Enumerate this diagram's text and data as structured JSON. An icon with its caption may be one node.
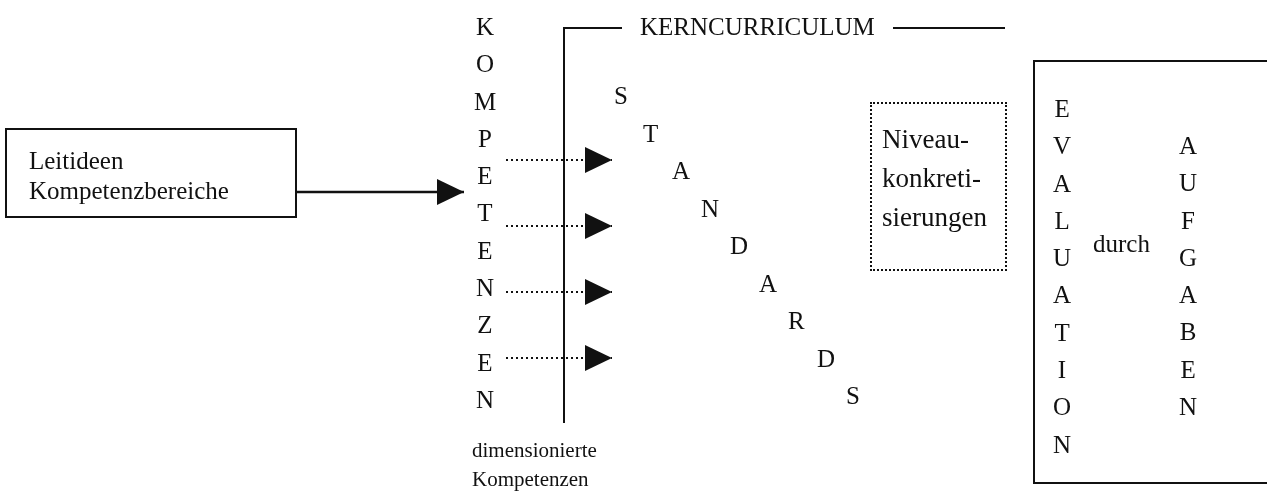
{
  "diagram": {
    "nodes": [
      {
        "text": [
          "Leitideen Kompetenzbereiche"
        ]
      },
      {
        "text": [
          "KOMPETENZEN"
        ]
      },
      {
        "text": [
          "KERNCURRICULUM"
        ]
      },
      {
        "text": [
          "STANDARDS"
        ],
        "in": 2
      },
      {
        "text": [
          "Niveau- konkreti- sierungen"
        ],
        "in": 2
      },
      {
        "text": [
          "EVALUATION",
          "durch",
          "AUFGABEN"
        ]
      }
    ],
    "edges": [
      {
        "from": 0,
        "to": 1,
        "arrow": "to"
      },
      {
        "from": 1,
        "to": 3,
        "arrow": "to",
        "style": "dashed"
      },
      {
        "from": 1,
        "to": 3,
        "arrow": "to",
        "style": "dashed"
      },
      {
        "from": 1,
        "to": 3,
        "arrow": "to",
        "style": "dashed"
      },
      {
        "from": 1,
        "to": 3,
        "arrow": "to",
        "style": "dashed"
      }
    ],
    "labels": [
      "dimensionierte Kompetenzen"
    ]
  }
}
